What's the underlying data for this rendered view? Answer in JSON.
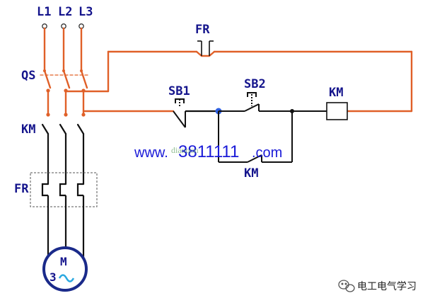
{
  "labels": {
    "l1": "L1",
    "l2": "L2",
    "l3": "L3",
    "qs": "QS",
    "km_main": "KM",
    "fr_main": "FR",
    "fr_ctrl": "FR",
    "sb1": "SB1",
    "sb2": "SB2",
    "km_coil": "KM",
    "km_aux": "KM"
  },
  "motor": {
    "letter": "M",
    "phase": "3",
    "ac_symbol": "~"
  },
  "watermark": {
    "prefix": "www.",
    "number": "3811111",
    "suffix": ".com",
    "faint": "dianqon"
  },
  "brand": {
    "name": "电工电气学习",
    "icon": "wechat-icon"
  },
  "colors": {
    "power_wire": "#e06028",
    "control_wire": "#e06028",
    "black_wire": "#111111",
    "label": "#14148c",
    "junction": "#2e5fe0",
    "watermark": "#1a1ad8",
    "watermark_faint": "#3a8a3a",
    "motor_ring": "#1a2a8a",
    "ac_wave": "#2aa8e0"
  }
}
